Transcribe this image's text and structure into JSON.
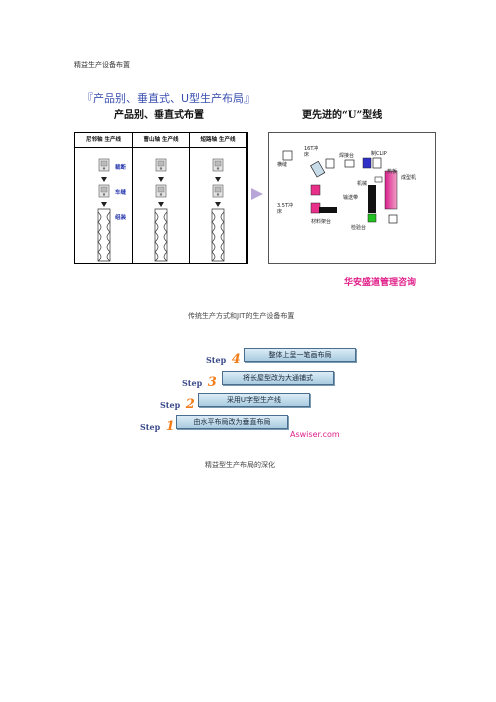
{
  "header": "精益生产设备布置",
  "figure1": {
    "heading": "『产品别、垂直式、U型生产布局』",
    "left_subtitle": "产品别、垂直式布置",
    "right_subtitle": "更先进的“U”型线",
    "columns": [
      "尼邻轴 生产线",
      "曹山轴 生产线",
      "短路轴 生产线"
    ],
    "process_labels": [
      "裁断",
      "车缝",
      "组装"
    ],
    "layout_labels": {
      "l1": "16T冲床",
      "l2": "焊接台",
      "l3": "制CLIP",
      "l4": "横缝",
      "l5": "成型机",
      "l6": "机械",
      "l7": "热板",
      "l8": "输送带",
      "l9": "3.5T冲床",
      "l10": "材料架台",
      "l11": "检验台"
    },
    "brand": "华安盛道管理咨询",
    "colors": {
      "pink": "#e8308a",
      "blue": "#3030c8",
      "green": "#20c020",
      "black": "#111111"
    }
  },
  "caption1": "传统生产方式和JIT的生产设备布置",
  "figure2": {
    "steps": [
      {
        "word": "Step",
        "num": "4",
        "text": "整体上呈一笔画布局"
      },
      {
        "word": "Step",
        "num": "3",
        "text": "将长屋型改为大通铺式"
      },
      {
        "word": "Step",
        "num": "2",
        "text": "采用U字型生产线"
      },
      {
        "word": "Step",
        "num": "1",
        "text": "由水平布局改为垂直布局"
      }
    ],
    "brand": "Aswiser.com"
  },
  "caption2": "精益型生产布局的深化"
}
